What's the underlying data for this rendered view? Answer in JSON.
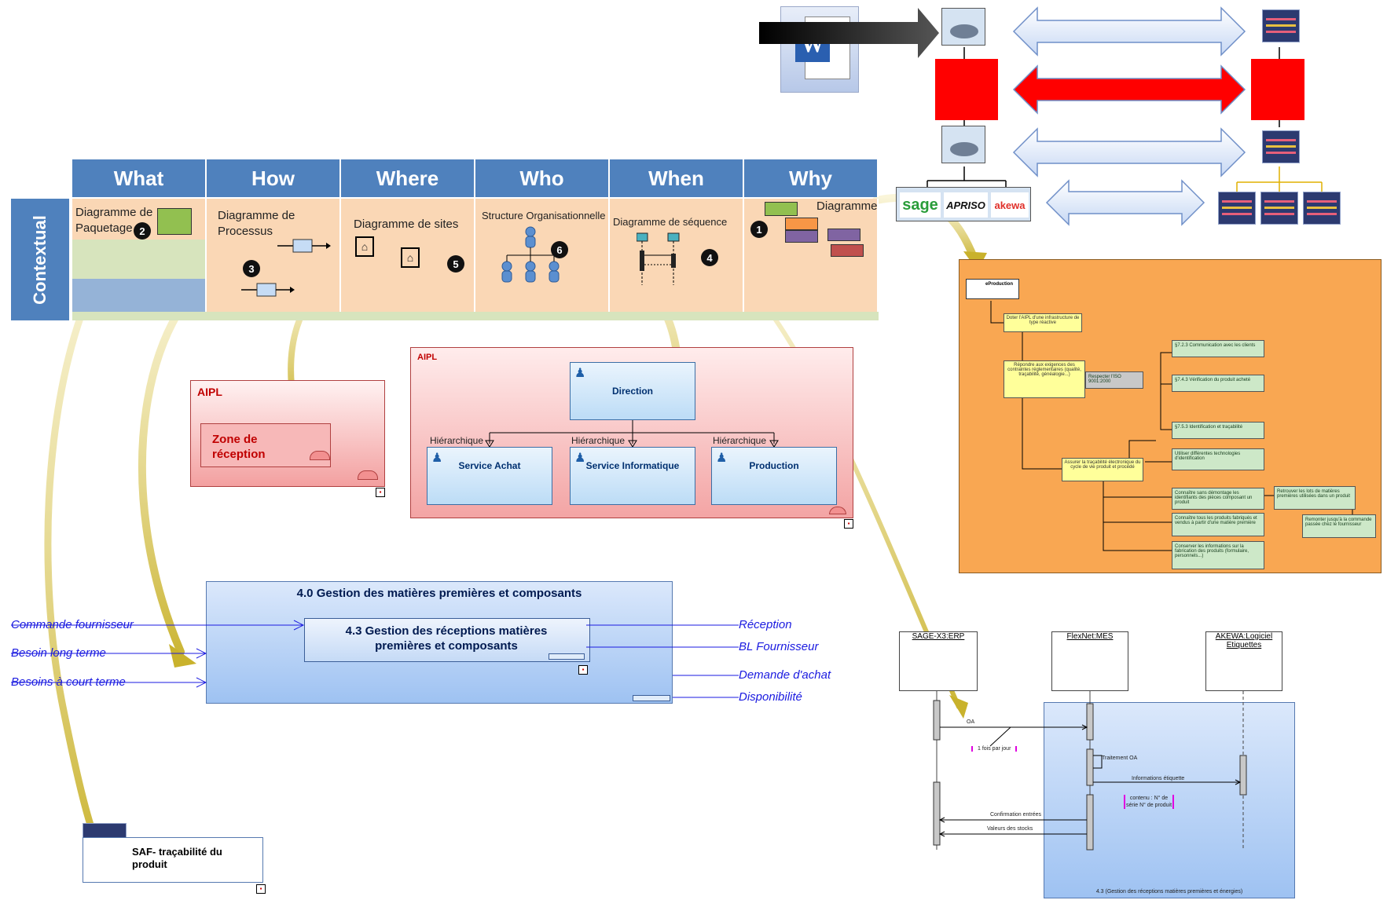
{
  "zachman": {
    "columns": [
      "What",
      "How",
      "Where",
      "Who",
      "When",
      "Why"
    ],
    "row_label": "Contextual",
    "cells": {
      "what": "Diagramme de Paquetage",
      "how": "Diagramme de Processus",
      "where": "Diagramme de sites",
      "who": "Structure Organisationnelle",
      "when": "Diagramme de séquence",
      "why": "Diagramme d'exigence"
    },
    "numbers": [
      "2",
      "3",
      "5",
      "6",
      "4",
      "1"
    ]
  },
  "aipl_zone": {
    "title": "AIPL",
    "zone": "Zone de réception"
  },
  "aipl_org": {
    "title": "AIPL",
    "direction": "Direction",
    "relation": "Hiérarchique",
    "units": [
      "Service Achat",
      "Service Informatique",
      "Production"
    ]
  },
  "process": {
    "outer_title": "4.0 Gestion des matières premières et composants",
    "inner_title": "4.3 Gestion des réceptions matières premières et composants",
    "inputs": [
      "Commande fournisseur",
      "Besoin long terme",
      "Besoins à court terme"
    ],
    "outputs": [
      "Réception",
      "BL Fournisseur",
      "Demande d'achat",
      "Disponibilité"
    ]
  },
  "saf": {
    "label": "SAF- traçabilité du produit"
  },
  "architecture": {
    "logos": [
      "sage",
      "APRISO",
      "akewa"
    ]
  },
  "requirements": {
    "root": "eProduction",
    "goals": [
      "Doter l'AIPL d'une infrastructure de type réactive",
      "Répondre aux exigences des contraintes réglementaires (qualité, traçabilité, généalogie...)",
      "Assurer la traçabilité électronique du cycle de vie produit et procédé"
    ],
    "items": [
      "Respecter l'ISO 9001:2000",
      "§7.2.3 Communication avec les clients",
      "§7.4.3 Vérification du produit acheté",
      "§7.5.3 Identification et traçabilité",
      "Utiliser différentes technologies d'identification",
      "Connaître sans démontage les identifiants des pièces composant un produit",
      "Retrouver les lots de matières premières utilisées dans un produit",
      "Connaître tous les produits fabriqués et vendus à partir d'une matière première",
      "Remonter jusqu'à la commande passée chez le fournisseur",
      "Conserver les informations sur la fabrication des produits (formulaire, personnels...)"
    ]
  },
  "sequence": {
    "lifelines": [
      "SAGE-X3:ERP",
      "FlexNet:MES",
      "AKEWA:Logiciel Etiquettes"
    ],
    "messages": [
      "OA",
      "1 fois par jour",
      "Traitement OA",
      "Informations étiquette",
      "Confirmation entrées",
      "Valeurs des stocks"
    ],
    "note": "contenu : N° de série N° de produit",
    "frame": "4.3 (Gestion des réceptions matières premières et énergies)"
  },
  "colors": {
    "header_blue": "#4f81bd",
    "cell_orange": "#fad7b5",
    "arrow_gold": "#c8b030",
    "req_bg": "#f9a752",
    "red": "#ff0000"
  }
}
